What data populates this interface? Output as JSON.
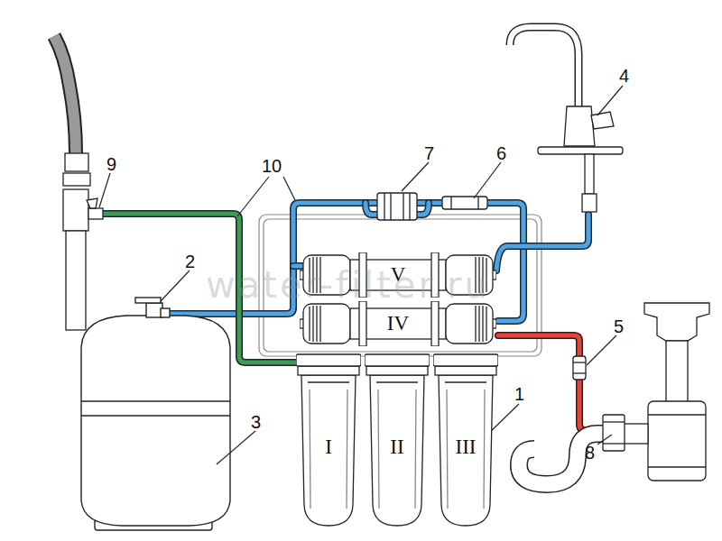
{
  "diagram": {
    "nodes": [
      {
        "text": [
          "V"
        ]
      },
      {
        "text": [
          "IV"
        ]
      },
      {
        "text": [
          "I"
        ]
      },
      {
        "text": [
          "II"
        ]
      },
      {
        "text": [
          "III"
        ]
      }
    ],
    "labels": [
      "1",
      "2",
      "3",
      "4",
      "5",
      "6",
      "7",
      "8",
      "9",
      "10",
      "water-filter.ru"
    ]
  }
}
